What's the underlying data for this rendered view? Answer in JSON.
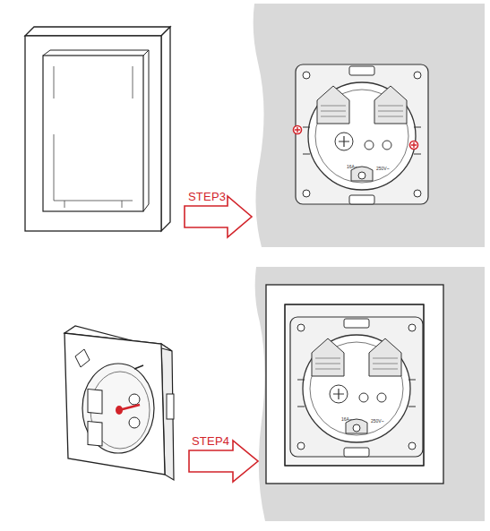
{
  "diagram": {
    "labels": [
      "STEP3",
      "16A~",
      "250V~",
      "STEP4",
      "16A~",
      "250V~"
    ]
  }
}
